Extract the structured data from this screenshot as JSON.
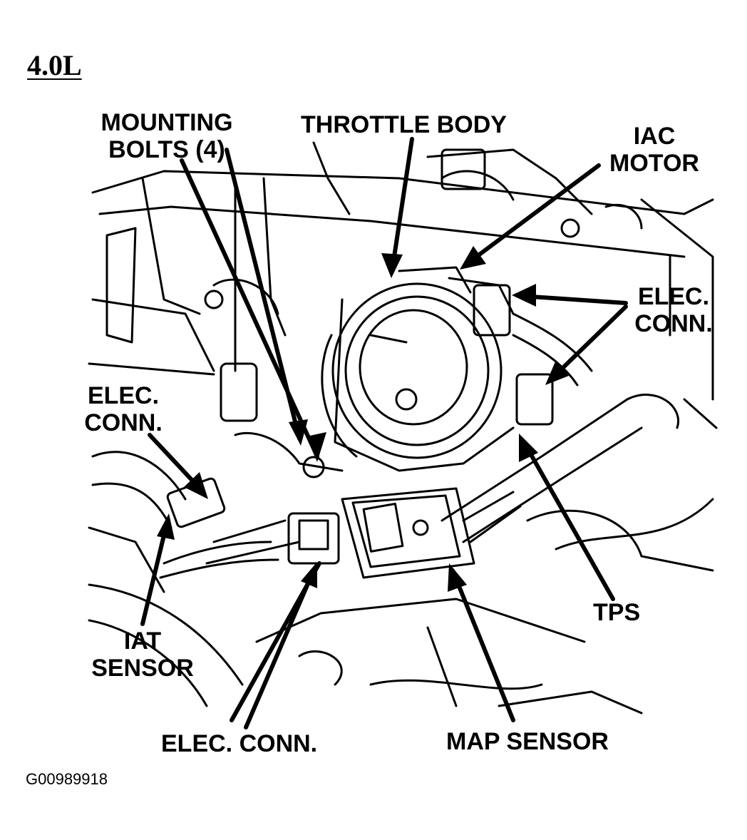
{
  "title": "4.0L",
  "figure_id": "G00989918",
  "labels": {
    "mounting_bolts_line1": "MOUNTING",
    "mounting_bolts_line2": "BOLTS (4)",
    "throttle_body": "THROTTLE BODY",
    "iac_line1": "IAC",
    "iac_line2": "MOTOR",
    "elec_conn_right_line1": "ELEC.",
    "elec_conn_right_line2": "CONN.",
    "elec_conn_left_line1": "ELEC.",
    "elec_conn_left_line2": "CONN.",
    "iat_line1": "IAT",
    "iat_line2": "SENSOR",
    "tps": "TPS",
    "elec_conn_bottom": "ELEC. CONN.",
    "map_sensor": "MAP SENSOR"
  }
}
